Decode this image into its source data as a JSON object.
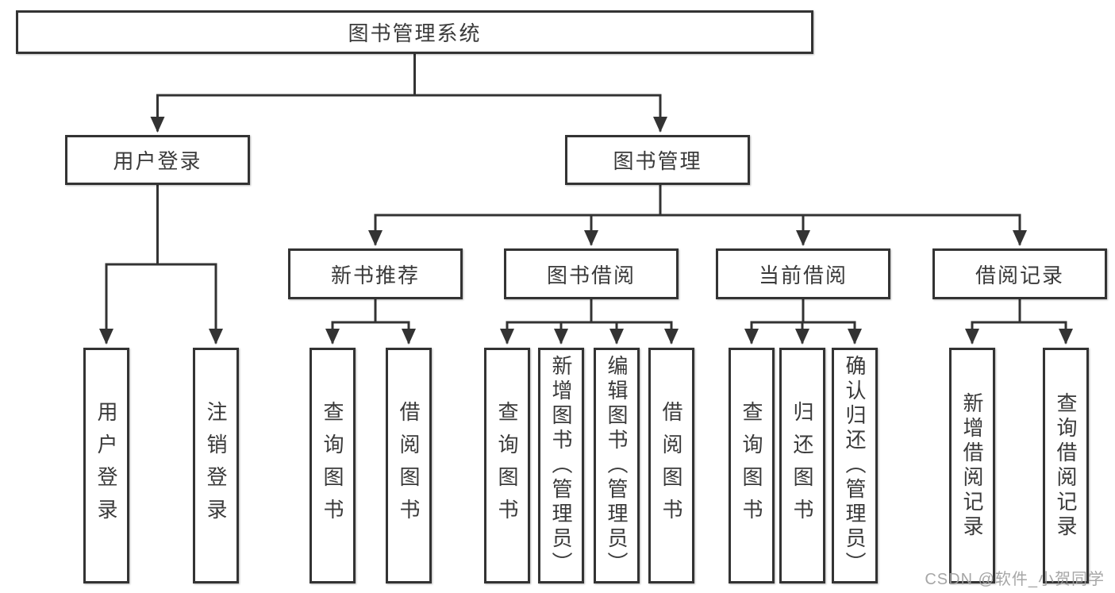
{
  "nodes": {
    "root": "图书管理系统",
    "user_login": "用户登录",
    "book_mgmt": "图书管理",
    "new_book_rec": "新书推荐",
    "book_borrow": "图书借阅",
    "current_borrow": "当前借阅",
    "borrow_records": "借阅记录",
    "leaf_user_login": "用户登录",
    "leaf_logout": "注销登录",
    "leaf_nb_query": "查询图书",
    "leaf_nb_borrow": "借阅图书",
    "leaf_bb_query": "查询图书",
    "leaf_bb_add": "新增图书（管理员）",
    "leaf_bb_edit": "编辑图书（管理员）",
    "leaf_bb_borrow": "借阅图书",
    "leaf_cb_query": "查询图书",
    "leaf_cb_return": "归还图书",
    "leaf_cb_confirm": "确认归还（管理员）",
    "leaf_br_add": "新增借阅记录",
    "leaf_br_query": "查询借阅记录"
  },
  "watermark": "CSDN @软件_小贺同学",
  "colors": {
    "line": "#333333",
    "box_border": "#333333",
    "box_bg": "#ffffff",
    "text": "#3a3a3a",
    "watermark": "#9e9e9e",
    "background": "#ffffff"
  }
}
